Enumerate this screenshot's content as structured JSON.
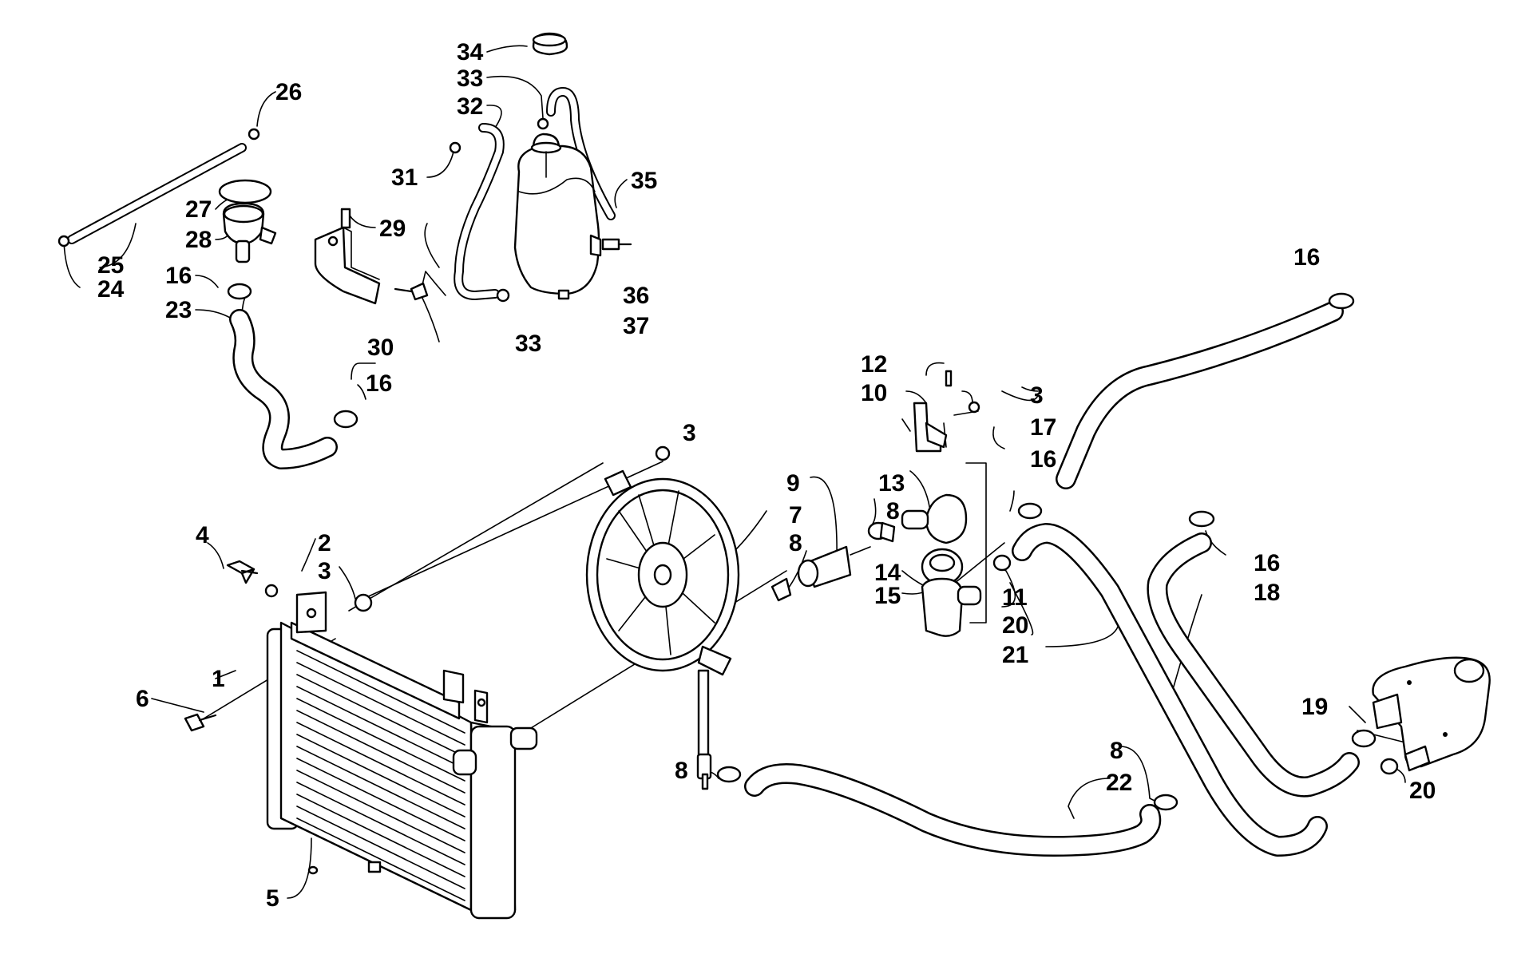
{
  "callouts": [
    {
      "id": "c-34",
      "text": "34"
    },
    {
      "id": "c-33a",
      "text": "33"
    },
    {
      "id": "c-32",
      "text": "32"
    },
    {
      "id": "c-31",
      "text": "31"
    },
    {
      "id": "c-35",
      "text": "35"
    },
    {
      "id": "c-26",
      "text": "26"
    },
    {
      "id": "c-27",
      "text": "27"
    },
    {
      "id": "c-29",
      "text": "29"
    },
    {
      "id": "c-28",
      "text": "28"
    },
    {
      "id": "c-25",
      "text": "25"
    },
    {
      "id": "c-24",
      "text": "24"
    },
    {
      "id": "c-16a",
      "text": "16"
    },
    {
      "id": "c-23",
      "text": "23"
    },
    {
      "id": "c-30",
      "text": "30"
    },
    {
      "id": "c-33b",
      "text": "33"
    },
    {
      "id": "c-36",
      "text": "36"
    },
    {
      "id": "c-37",
      "text": "37"
    },
    {
      "id": "c-16b",
      "text": "16"
    },
    {
      "id": "c-16c",
      "text": "16"
    },
    {
      "id": "c-12",
      "text": "12"
    },
    {
      "id": "c-10",
      "text": "10"
    },
    {
      "id": "c-3a",
      "text": "3"
    },
    {
      "id": "c-17",
      "text": "17"
    },
    {
      "id": "c-3b",
      "text": "3"
    },
    {
      "id": "c-9",
      "text": "9"
    },
    {
      "id": "c-13",
      "text": "13"
    },
    {
      "id": "c-16d",
      "text": "16"
    },
    {
      "id": "c-8a",
      "text": "8"
    },
    {
      "id": "c-7",
      "text": "7"
    },
    {
      "id": "c-8b",
      "text": "8"
    },
    {
      "id": "c-4",
      "text": "4"
    },
    {
      "id": "c-2",
      "text": "2"
    },
    {
      "id": "c-3c",
      "text": "3"
    },
    {
      "id": "c-14",
      "text": "14"
    },
    {
      "id": "c-15",
      "text": "15"
    },
    {
      "id": "c-11",
      "text": "11"
    },
    {
      "id": "c-20a",
      "text": "20"
    },
    {
      "id": "c-21",
      "text": "21"
    },
    {
      "id": "c-16e",
      "text": "16"
    },
    {
      "id": "c-18",
      "text": "18"
    },
    {
      "id": "c-1",
      "text": "1"
    },
    {
      "id": "c-6",
      "text": "6"
    },
    {
      "id": "c-19",
      "text": "19"
    },
    {
      "id": "c-8c",
      "text": "8"
    },
    {
      "id": "c-22",
      "text": "22"
    },
    {
      "id": "c-8d",
      "text": "8"
    },
    {
      "id": "c-20b",
      "text": "20"
    },
    {
      "id": "c-5",
      "text": "5"
    }
  ]
}
